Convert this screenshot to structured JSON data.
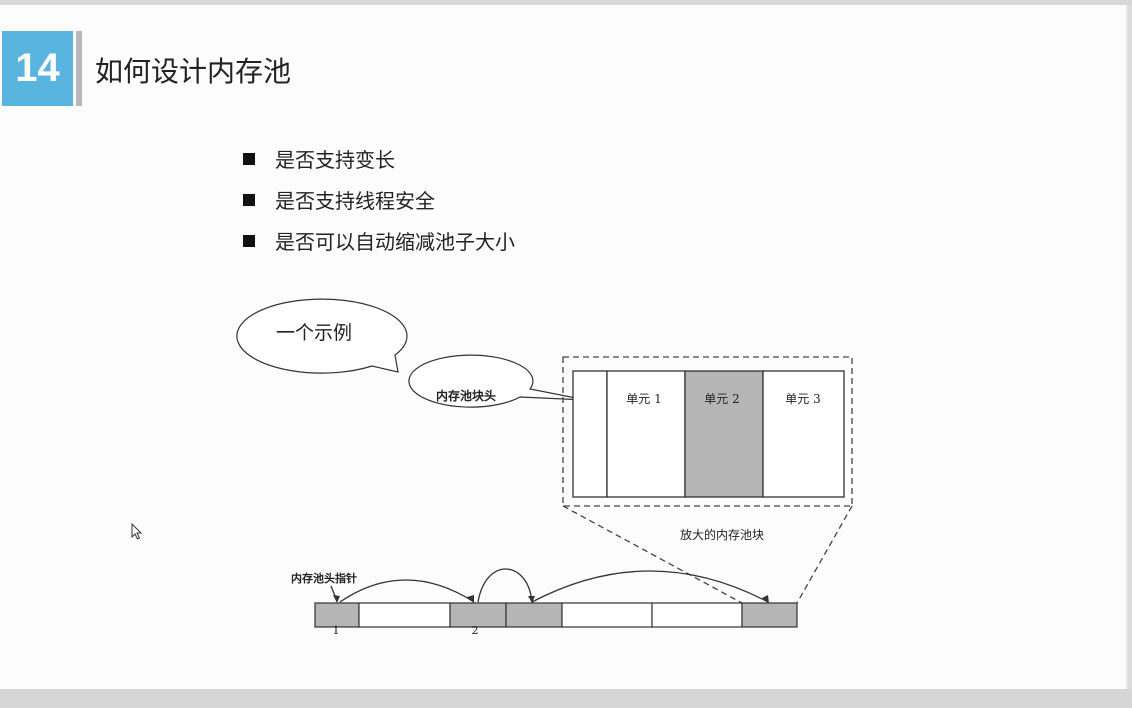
{
  "slide": {
    "number": "14",
    "title": "如何设计内存池",
    "bullets": [
      "是否支持变长",
      "是否支持线程安全",
      "是否可以自动缩减池子大小"
    ]
  },
  "diagram": {
    "example_bubble": "一个示例",
    "header_bubble": "内存池块头",
    "zoom_cells": [
      "单元 1",
      "单元 2",
      "单元 3"
    ],
    "zoom_caption": "放大的内存池块",
    "head_pointer_label": "内存池头指针",
    "block_labels": [
      "1",
      "2"
    ]
  },
  "colors": {
    "accent": "#5ab4e0",
    "cell_highlight": "#b5b5b5"
  }
}
